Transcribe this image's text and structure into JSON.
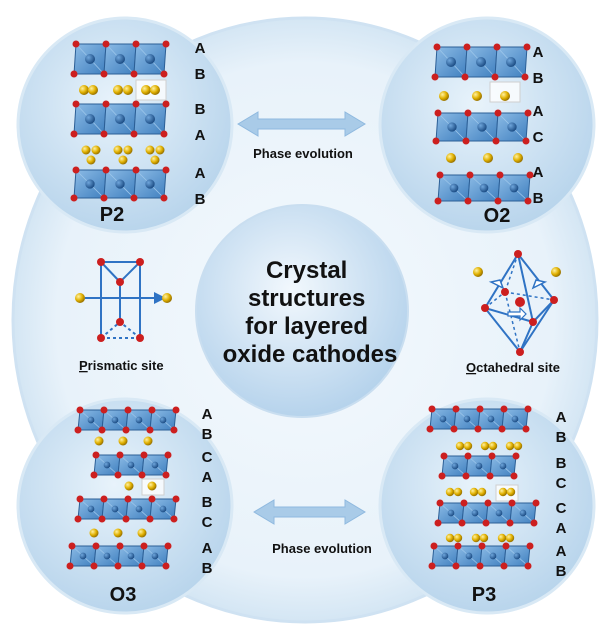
{
  "center_title": [
    "Crystal",
    "structures",
    "for layered",
    "oxide cathodes"
  ],
  "phase_evolution_top": "Phase evolution",
  "phase_evolution_bottom": "Phase evolution",
  "prismatic": {
    "initial": "P",
    "rest": "rismatic site"
  },
  "octahedral": {
    "initial": "O",
    "rest": "ctahedral site"
  },
  "structures": {
    "p2": {
      "label": "P2",
      "stacking": [
        "A",
        "B",
        "B",
        "A",
        "A",
        "B"
      ]
    },
    "o2": {
      "label": "O2",
      "stacking": [
        "A",
        "B",
        "A",
        "C",
        "A",
        "B"
      ]
    },
    "o3": {
      "label": "O3",
      "stacking": [
        "A",
        "B",
        "C",
        "A",
        "B",
        "C",
        "A",
        "B"
      ]
    },
    "p3": {
      "label": "P3",
      "stacking": [
        "A",
        "B",
        "B",
        "C",
        "C",
        "A",
        "A",
        "B"
      ]
    }
  },
  "colors": {
    "octahedron_blue": "#4f8fd0",
    "octahedron_dark": "#2c5f96",
    "oxygen_red": "#cc1f1f",
    "alkali_gold": "#e0b000",
    "circle_fill": "#cfe3f3",
    "arrow_blue": "#9ec4e3"
  }
}
